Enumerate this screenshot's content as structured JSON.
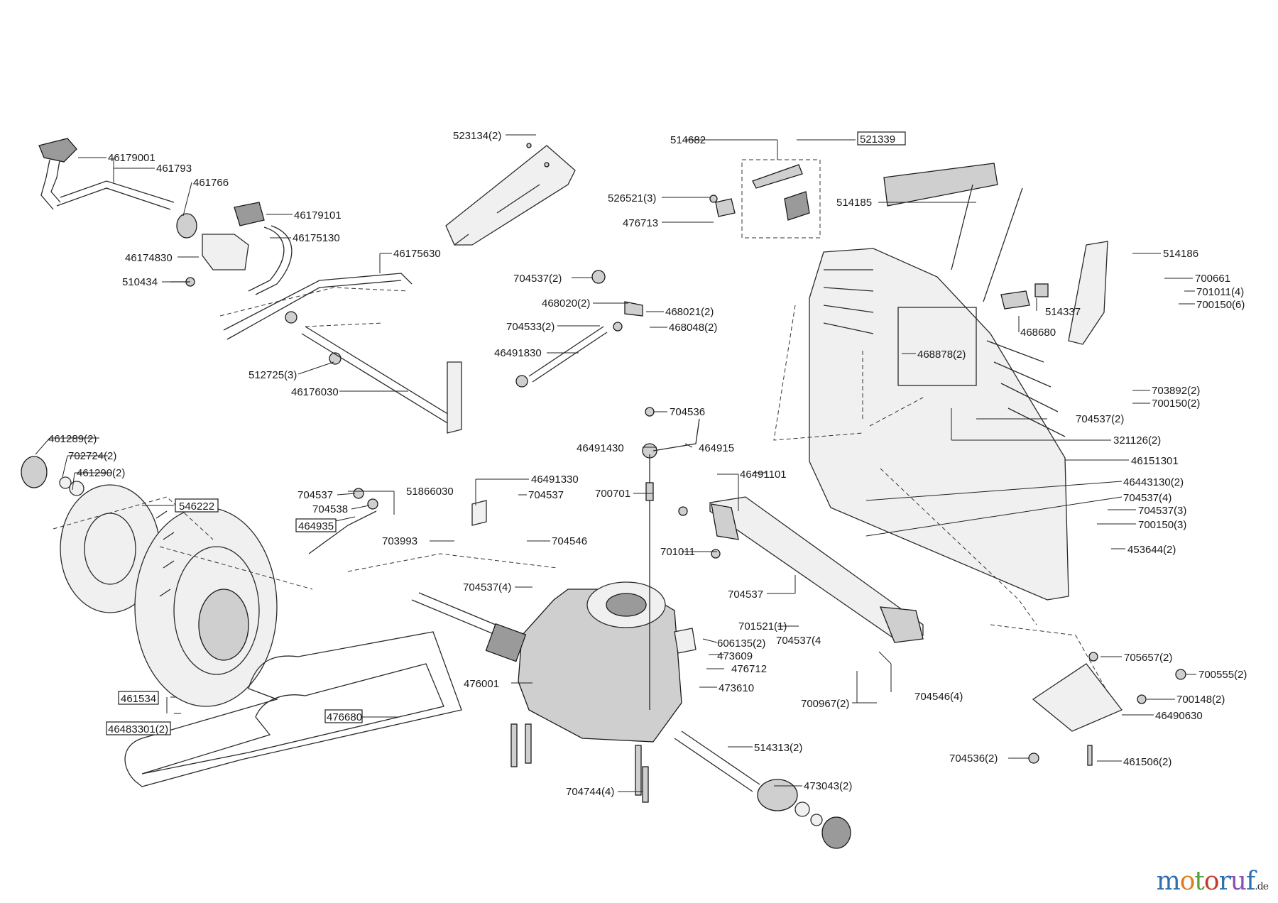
{
  "diagram": {
    "labels": [
      {
        "text": "46179001"
      },
      {
        "text": "461793"
      },
      {
        "text": "461766"
      },
      {
        "text": "46179101"
      },
      {
        "text": "46175130"
      },
      {
        "text": "46174830"
      },
      {
        "text": "510434"
      },
      {
        "text": "46175630"
      },
      {
        "text": "512725(3)"
      },
      {
        "text": "46176030"
      },
      {
        "text": "523134(2)"
      },
      {
        "text": "514682"
      },
      {
        "text": "521339",
        "boxed": true
      },
      {
        "text": "526521(3)"
      },
      {
        "text": "476713"
      },
      {
        "text": "514185"
      },
      {
        "text": "514186"
      },
      {
        "text": "700661"
      },
      {
        "text": "701011(4)"
      },
      {
        "text": "700150(6)"
      },
      {
        "text": "514337"
      },
      {
        "text": "468680"
      },
      {
        "text": "468878(2)"
      },
      {
        "text": "704537(2)"
      },
      {
        "text": "468020(2)"
      },
      {
        "text": "468021(2)"
      },
      {
        "text": "704533(2)"
      },
      {
        "text": "468048(2)"
      },
      {
        "text": "46491830"
      },
      {
        "text": "703892(2)"
      },
      {
        "text": "700150(2)"
      },
      {
        "text": "704537(2)"
      },
      {
        "text": "321126(2)"
      },
      {
        "text": "46151301"
      },
      {
        "text": "704536"
      },
      {
        "text": "46491430"
      },
      {
        "text": "464915"
      },
      {
        "text": "46491101"
      },
      {
        "text": "46443130(2)"
      },
      {
        "text": "704537(4)"
      },
      {
        "text": "704537(3)"
      },
      {
        "text": "700150(3)"
      },
      {
        "text": "453644(2)"
      },
      {
        "text": "461289(2)"
      },
      {
        "text": "702724(2)"
      },
      {
        "text": "461290(2)"
      },
      {
        "text": "46491330"
      },
      {
        "text": "704537"
      },
      {
        "text": "51866030"
      },
      {
        "text": "704537"
      },
      {
        "text": "704538"
      },
      {
        "text": "464935",
        "boxed": true
      },
      {
        "text": "700701"
      },
      {
        "text": "703993"
      },
      {
        "text": "704546"
      },
      {
        "text": "546222",
        "boxed": true
      },
      {
        "text": "701011"
      },
      {
        "text": "704537(4)"
      },
      {
        "text": "704537"
      },
      {
        "text": "701521(1)"
      },
      {
        "text": "704537(4"
      },
      {
        "text": "606135(2)"
      },
      {
        "text": "473609"
      },
      {
        "text": "476712"
      },
      {
        "text": "476001"
      },
      {
        "text": "473610"
      },
      {
        "text": "461534",
        "boxed": true
      },
      {
        "text": "46483301(2)",
        "boxed": true
      },
      {
        "text": "476680",
        "boxed": true
      },
      {
        "text": "700967(2)"
      },
      {
        "text": "704546(4)"
      },
      {
        "text": "705657(2)"
      },
      {
        "text": "700555(2)"
      },
      {
        "text": "700148(2)"
      },
      {
        "text": "46490630"
      },
      {
        "text": "514313(2)"
      },
      {
        "text": "704536(2)"
      },
      {
        "text": "461506(2)"
      },
      {
        "text": "473043(2)"
      },
      {
        "text": "704744(4)"
      }
    ]
  },
  "logo": {
    "letters": [
      "m",
      "o",
      "t",
      "o",
      "r",
      "u",
      "f"
    ],
    "suffix": ".de"
  }
}
